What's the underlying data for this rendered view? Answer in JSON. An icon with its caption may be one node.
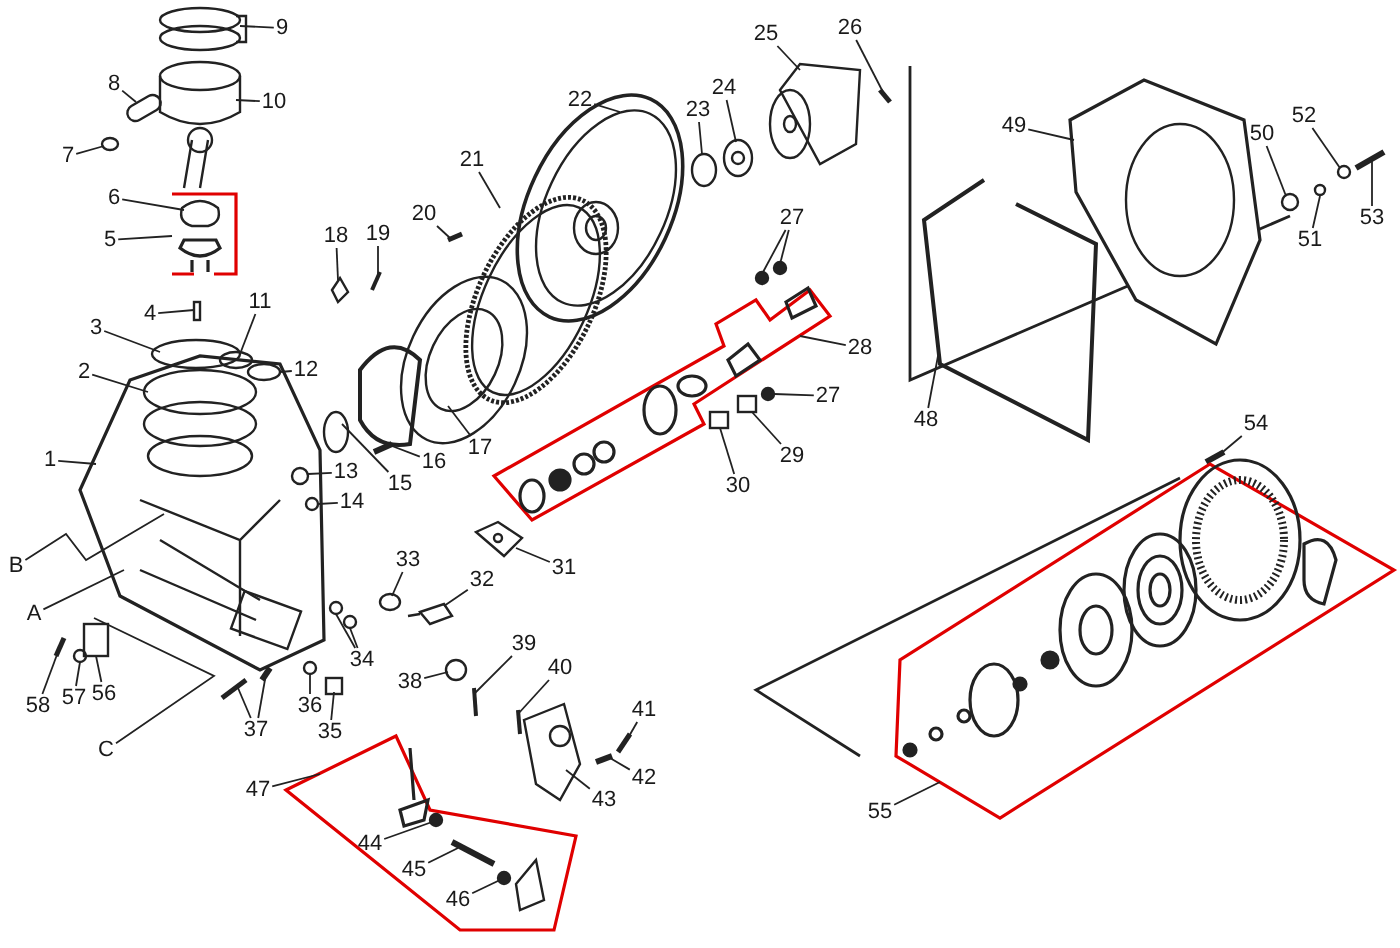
{
  "diagram": {
    "nodes": [
      {
        "text": [
          "1"
        ]
      },
      {
        "text": [
          "2"
        ]
      },
      {
        "text": [
          "3"
        ]
      },
      {
        "text": [
          "4"
        ]
      },
      {
        "text": [
          "5"
        ]
      },
      {
        "text": [
          "6"
        ]
      },
      {
        "text": [
          "7"
        ]
      },
      {
        "text": [
          "8"
        ]
      },
      {
        "text": [
          "9"
        ]
      },
      {
        "text": [
          "10"
        ]
      },
      {
        "text": [
          "11"
        ]
      },
      {
        "text": [
          "12"
        ]
      },
      {
        "text": [
          "13"
        ]
      },
      {
        "text": [
          "14"
        ]
      },
      {
        "text": [
          "15"
        ]
      },
      {
        "text": [
          "16"
        ]
      },
      {
        "text": [
          "17"
        ]
      },
      {
        "text": [
          "18"
        ]
      },
      {
        "text": [
          "19"
        ]
      },
      {
        "text": [
          "20"
        ]
      },
      {
        "text": [
          "21"
        ]
      },
      {
        "text": [
          "22"
        ]
      },
      {
        "text": [
          "23"
        ]
      },
      {
        "text": [
          "24"
        ]
      },
      {
        "text": [
          "25"
        ]
      },
      {
        "text": [
          "26"
        ]
      },
      {
        "text": [
          "27"
        ]
      },
      {
        "text": [
          "28"
        ]
      },
      {
        "text": [
          "27"
        ]
      },
      {
        "text": [
          "29"
        ]
      },
      {
        "text": [
          "30"
        ]
      },
      {
        "text": [
          "31"
        ]
      },
      {
        "text": [
          "32"
        ]
      },
      {
        "text": [
          "33"
        ]
      },
      {
        "text": [
          "34"
        ]
      },
      {
        "text": [
          "35"
        ]
      },
      {
        "text": [
          "36"
        ]
      },
      {
        "text": [
          "37"
        ]
      },
      {
        "text": [
          "38"
        ]
      },
      {
        "text": [
          "39"
        ]
      },
      {
        "text": [
          "40"
        ]
      },
      {
        "text": [
          "41"
        ]
      },
      {
        "text": [
          "42"
        ]
      },
      {
        "text": [
          "43"
        ]
      },
      {
        "text": [
          "44"
        ],
        "in": 109
      },
      {
        "text": [
          "45"
        ],
        "in": 109
      },
      {
        "text": [
          "46"
        ],
        "in": 109
      },
      {
        "text": [
          "47"
        ]
      },
      {
        "text": [
          "48"
        ]
      },
      {
        "text": [
          "49"
        ]
      },
      {
        "text": [
          "50"
        ]
      },
      {
        "text": [
          "51"
        ]
      },
      {
        "text": [
          "52"
        ]
      },
      {
        "text": [
          "53"
        ]
      },
      {
        "text": [
          "54"
        ]
      },
      {
        "text": [
          "55"
        ]
      },
      {
        "text": [
          "56"
        ]
      },
      {
        "text": [
          "57"
        ]
      },
      {
        "text": [
          "58"
        ]
      },
      {
        "text": [
          "B"
        ]
      },
      {
        "text": [
          "A"
        ]
      },
      {
        "text": [
          "C"
        ]
      },
      {
        "text": [],
        "shape": "picture"
      },
      {
        "text": [],
        "shape": "picture",
        "in": 62
      },
      {
        "text": [],
        "shape": "circle"
      },
      {
        "text": [],
        "shape": "box"
      },
      {
        "text": [],
        "shape": "polygon"
      },
      {
        "text": [],
        "shape": "picture",
        "in": 66
      },
      {
        "text": [],
        "shape": "circle"
      },
      {
        "text": [],
        "shape": "box"
      },
      {
        "text": [],
        "shape": "circle"
      },
      {
        "text": [],
        "shape": "picture"
      },
      {
        "text": [],
        "shape": "circle"
      },
      {
        "text": [],
        "shape": "circle",
        "in": 62
      },
      {
        "text": [],
        "shape": "circle",
        "in": 62
      },
      {
        "text": [],
        "shape": "circle",
        "in": 62
      },
      {
        "text": [],
        "shape": "circle"
      },
      {
        "text": [],
        "shape": "bar"
      },
      {
        "text": [],
        "shape": "picture"
      },
      {
        "text": [],
        "shape": "diamond"
      },
      {
        "text": [],
        "shape": "bar"
      },
      {
        "text": [],
        "shape": "bar"
      },
      {
        "text": [],
        "shape": "picture"
      },
      {
        "text": [],
        "shape": "picture"
      },
      {
        "text": [],
        "shape": "circle"
      },
      {
        "text": [],
        "shape": "picture"
      },
      {
        "text": [],
        "shape": "picture"
      },
      {
        "text": [],
        "shape": "bar"
      },
      {
        "text": [],
        "shape": "circle"
      },
      {
        "text": [],
        "shape": "circle"
      },
      {
        "text": [],
        "shape": "polygon"
      },
      {
        "text": [],
        "shape": "circle"
      },
      {
        "text": [],
        "shape": "box"
      },
      {
        "text": [],
        "shape": "box"
      },
      {
        "text": [],
        "shape": "picture"
      },
      {
        "text": [],
        "shape": "picture"
      },
      {
        "text": [],
        "shape": "circle"
      },
      {
        "text": [],
        "shape": "circle"
      },
      {
        "text": [],
        "shape": "circle"
      },
      {
        "text": [],
        "shape": "box"
      },
      {
        "text": [],
        "shape": "circle"
      },
      {
        "text": [],
        "shape": "bar"
      },
      {
        "text": [],
        "shape": "bar"
      },
      {
        "text": [],
        "shape": "circle"
      },
      {
        "text": [],
        "shape": "bar"
      },
      {
        "text": [],
        "shape": "bar"
      },
      {
        "text": [],
        "shape": "bar"
      },
      {
        "text": [],
        "shape": "bar"
      },
      {
        "text": [],
        "shape": "picture"
      },
      {
        "text": [],
        "shape": "polygon"
      },
      {
        "text": [],
        "shape": "circle",
        "in": 109
      },
      {
        "text": [],
        "shape": "bar",
        "in": 109
      },
      {
        "text": [],
        "shape": "picture",
        "in": 109
      },
      {
        "text": [],
        "shape": "picture"
      },
      {
        "text": [],
        "shape": "picture"
      },
      {
        "text": [],
        "shape": "circle"
      },
      {
        "text": [],
        "shape": "circle"
      },
      {
        "text": [],
        "shape": "circle"
      },
      {
        "text": [],
        "shape": "bar"
      },
      {
        "text": [],
        "shape": "bar"
      },
      {
        "text": [],
        "shape": "polygon"
      },
      {
        "text": [],
        "shape": "box"
      },
      {
        "text": [],
        "shape": "circle"
      },
      {
        "text": [],
        "shape": "bar"
      }
    ],
    "edges": [
      {
        "from": 0,
        "to": 62,
        "arrow": "none"
      },
      {
        "from": 1,
        "to": 63,
        "arrow": "none"
      },
      {
        "from": 2,
        "to": 64,
        "arrow": "none"
      },
      {
        "from": 3,
        "to": 65,
        "arrow": "none"
      },
      {
        "from": 4,
        "to": 66,
        "arrow": "none"
      },
      {
        "from": 5,
        "to": 67,
        "arrow": "none"
      },
      {
        "from": 6,
        "to": 68,
        "arrow": "none"
      },
      {
        "from": 7,
        "to": 69,
        "arrow": "none"
      },
      {
        "from": 8,
        "to": 70,
        "arrow": "none"
      },
      {
        "from": 9,
        "to": 71,
        "arrow": "none"
      },
      {
        "from": 10,
        "to": 72,
        "arrow": "none"
      },
      {
        "from": 11,
        "to": 73,
        "arrow": "none"
      },
      {
        "from": 12,
        "to": 74,
        "arrow": "none"
      },
      {
        "from": 13,
        "to": 75,
        "arrow": "none"
      },
      {
        "from": 14,
        "to": 76,
        "arrow": "none"
      },
      {
        "from": 15,
        "to": 77,
        "arrow": "none"
      },
      {
        "from": 16,
        "to": 78,
        "arrow": "none"
      },
      {
        "from": 17,
        "to": 79,
        "arrow": "none"
      },
      {
        "from": 18,
        "to": 80,
        "arrow": "none"
      },
      {
        "from": 19,
        "to": 81,
        "arrow": "none"
      },
      {
        "from": 20,
        "to": 82,
        "arrow": "none"
      },
      {
        "from": 21,
        "to": 83,
        "arrow": "none"
      },
      {
        "from": 22,
        "to": 84,
        "arrow": "none"
      },
      {
        "from": 23,
        "to": 85,
        "arrow": "none"
      },
      {
        "from": 24,
        "to": 86,
        "arrow": "none"
      },
      {
        "from": 25,
        "to": 87,
        "arrow": "none"
      },
      {
        "from": 26,
        "to": 88,
        "arrow": "none"
      },
      {
        "from": 26,
        "to": 89,
        "arrow": "none"
      },
      {
        "from": 27,
        "to": 90,
        "arrow": "none"
      },
      {
        "from": 28,
        "to": 91,
        "arrow": "none"
      },
      {
        "from": 29,
        "to": 92,
        "arrow": "none"
      },
      {
        "from": 30,
        "to": 93,
        "arrow": "none"
      },
      {
        "from": 31,
        "to": 94,
        "arrow": "none"
      },
      {
        "from": 32,
        "to": 95,
        "arrow": "none"
      },
      {
        "from": 33,
        "to": 96,
        "arrow": "none"
      },
      {
        "from": 34,
        "to": 97,
        "arrow": "none"
      },
      {
        "from": 34,
        "to": 98,
        "arrow": "none"
      },
      {
        "from": 35,
        "to": 99,
        "arrow": "none"
      },
      {
        "from": 36,
        "to": 100,
        "arrow": "none"
      },
      {
        "from": 37,
        "to": 101,
        "arrow": "none"
      },
      {
        "from": 37,
        "to": 102,
        "arrow": "none"
      },
      {
        "from": 38,
        "to": 103,
        "arrow": "none"
      },
      {
        "from": 39,
        "to": 104,
        "arrow": "none"
      },
      {
        "from": 40,
        "to": 105,
        "arrow": "none"
      },
      {
        "from": 41,
        "to": 106,
        "arrow": "none"
      },
      {
        "from": 42,
        "to": 107,
        "arrow": "none"
      },
      {
        "from": 43,
        "to": 108,
        "arrow": "none"
      },
      {
        "from": 47,
        "to": 109,
        "arrow": "none"
      },
      {
        "from": 44,
        "to": 110,
        "arrow": "none"
      },
      {
        "from": 45,
        "to": 111,
        "arrow": "none"
      },
      {
        "from": 46,
        "to": 112,
        "arrow": "none"
      },
      {
        "from": 48,
        "to": 113,
        "arrow": "none"
      },
      {
        "from": 49,
        "to": 114,
        "arrow": "none"
      },
      {
        "from": 50,
        "to": 115,
        "arrow": "none"
      },
      {
        "from": 51,
        "to": 116,
        "arrow": "none"
      },
      {
        "from": 52,
        "to": 117,
        "arrow": "none"
      },
      {
        "from": 53,
        "to": 118,
        "arrow": "none"
      },
      {
        "from": 54,
        "to": 119,
        "arrow": "none"
      },
      {
        "from": 55,
        "to": 120,
        "arrow": "none"
      },
      {
        "from": 56,
        "to": 121,
        "arrow": "none"
      },
      {
        "from": 57,
        "to": 122,
        "arrow": "none"
      },
      {
        "from": 58,
        "to": 123,
        "arrow": "none"
      },
      {
        "from": 59,
        "to": 62,
        "arrow": "none"
      },
      {
        "from": 60,
        "to": 62,
        "arrow": "none"
      },
      {
        "from": 61,
        "to": 62,
        "arrow": "none"
      }
    ]
  }
}
